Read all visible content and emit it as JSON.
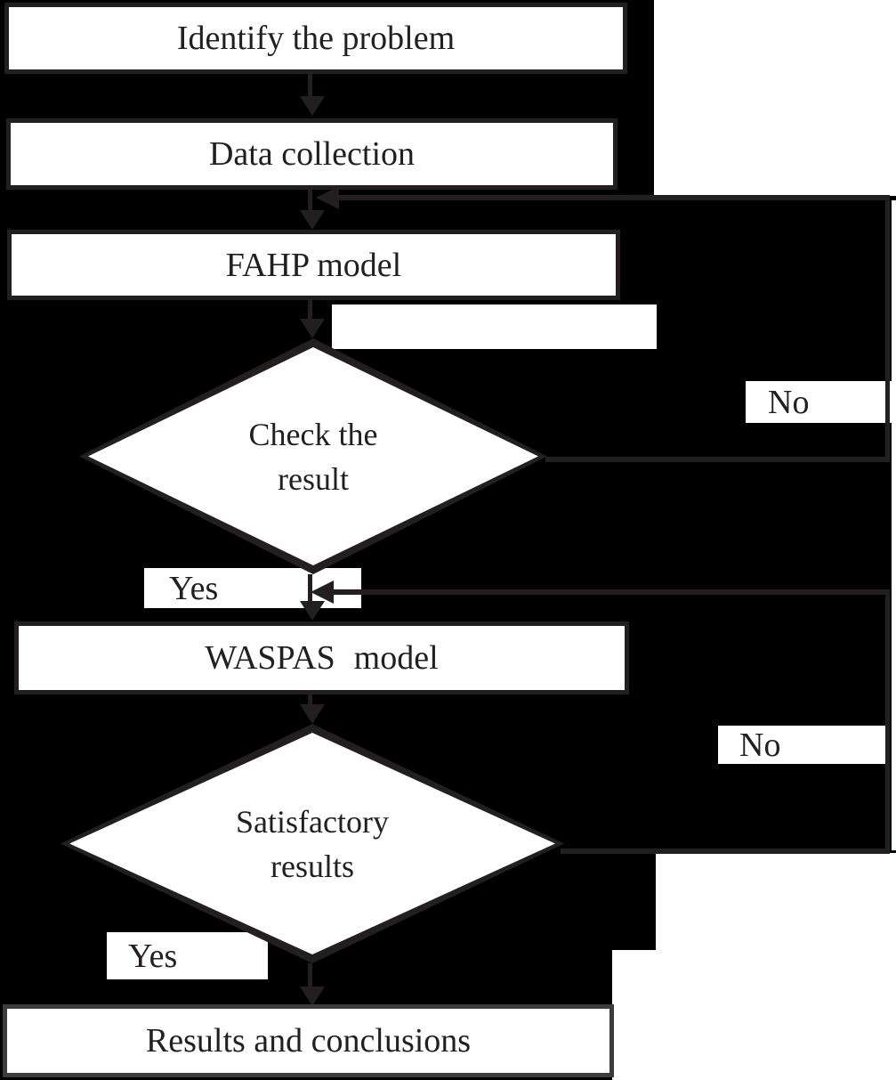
{
  "diagram": {
    "type": "flowchart",
    "nodes": {
      "identify": "Identify the problem",
      "data_collection": "Data collection",
      "fahp": "FAHP model",
      "check": {
        "line1": "Check the",
        "line2": "result"
      },
      "waspas": "WASPAS model",
      "satisfactory": {
        "line1": "Satisfactory",
        "line2": "results"
      },
      "results": "Results and conclusions"
    },
    "edge_labels": {
      "check_yes": "Yes",
      "check_no": "No",
      "satisfactory_yes": "Yes",
      "satisfactory_no": "No"
    },
    "colors": {
      "background": "#000000",
      "stroke": "#231f20",
      "node_fill": "#ffffff",
      "text": "#231f20"
    }
  }
}
